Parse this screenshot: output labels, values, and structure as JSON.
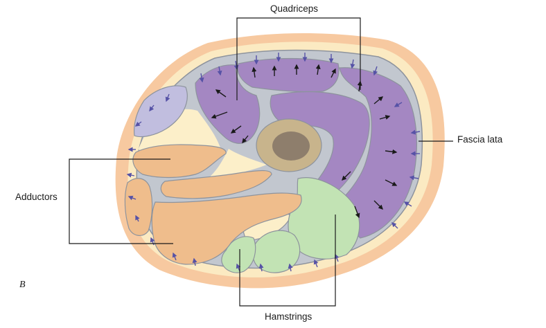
{
  "labels": {
    "quadriceps": "Quadriceps",
    "fascia_lata": "Fascia lata",
    "adductors": "Adductors",
    "hamstrings": "Hamstrings",
    "panel": "B"
  },
  "colors": {
    "skin": "#f7c9a0",
    "subcutaneous_fat": "#fbeac2",
    "fascia": "#c2c7cf",
    "fascia_stroke": "#8d939d",
    "quadriceps_fill": "#a487c2",
    "medial_compartment_fill": "#c1bedf",
    "adductors_fill": "#efbd8c",
    "hamstrings_fill": "#c2e3b4",
    "fat_pocket": "#fcefc9",
    "bone_cortex": "#c8b48c",
    "bone_marrow": "#8e7e6c",
    "pressure_arrow_inward": "#5652a6",
    "pressure_arrow_outward": "#1a1a1a",
    "leader_line": "#1a1a1a"
  },
  "icons": {
    "arrow_inward": "fascia-pressure-arrow-icon",
    "arrow_outward": "muscle-pressure-arrow-icon"
  }
}
